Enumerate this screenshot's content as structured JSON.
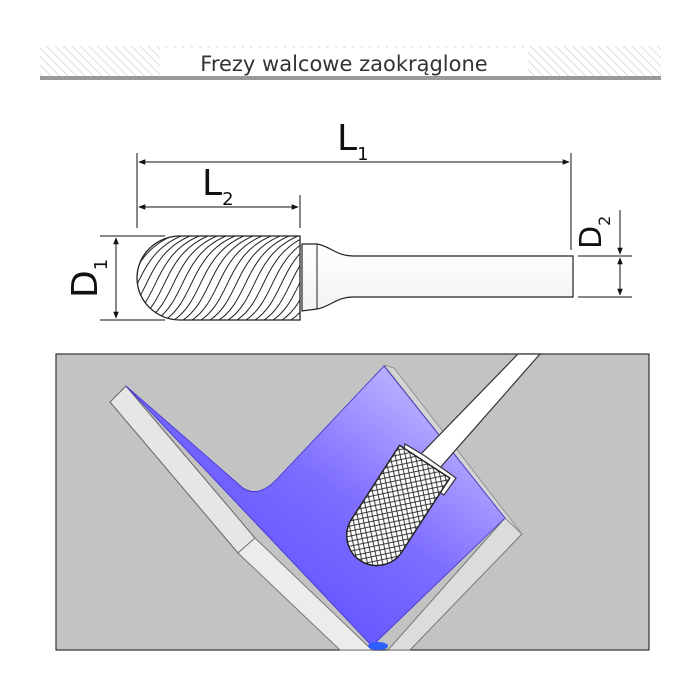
{
  "header": {
    "title": "Frezy walcowe zaokrąglone"
  },
  "dimensions": {
    "overall_length": {
      "letter": "L",
      "index": "1"
    },
    "head_length": {
      "letter": "L",
      "index": "2"
    },
    "head_diameter": {
      "letter": "D",
      "index": "1"
    },
    "shank_diameter": {
      "letter": "D",
      "index": "2"
    }
  },
  "colors": {
    "title_band_hatch": "#c8c8c8",
    "title_underline": "#9a9a9a",
    "workpiece_gray": "#c3c3c3",
    "cavity_violet": "#5b4bff",
    "cavity_light": "#c8c0ff",
    "outline": "#222222"
  }
}
